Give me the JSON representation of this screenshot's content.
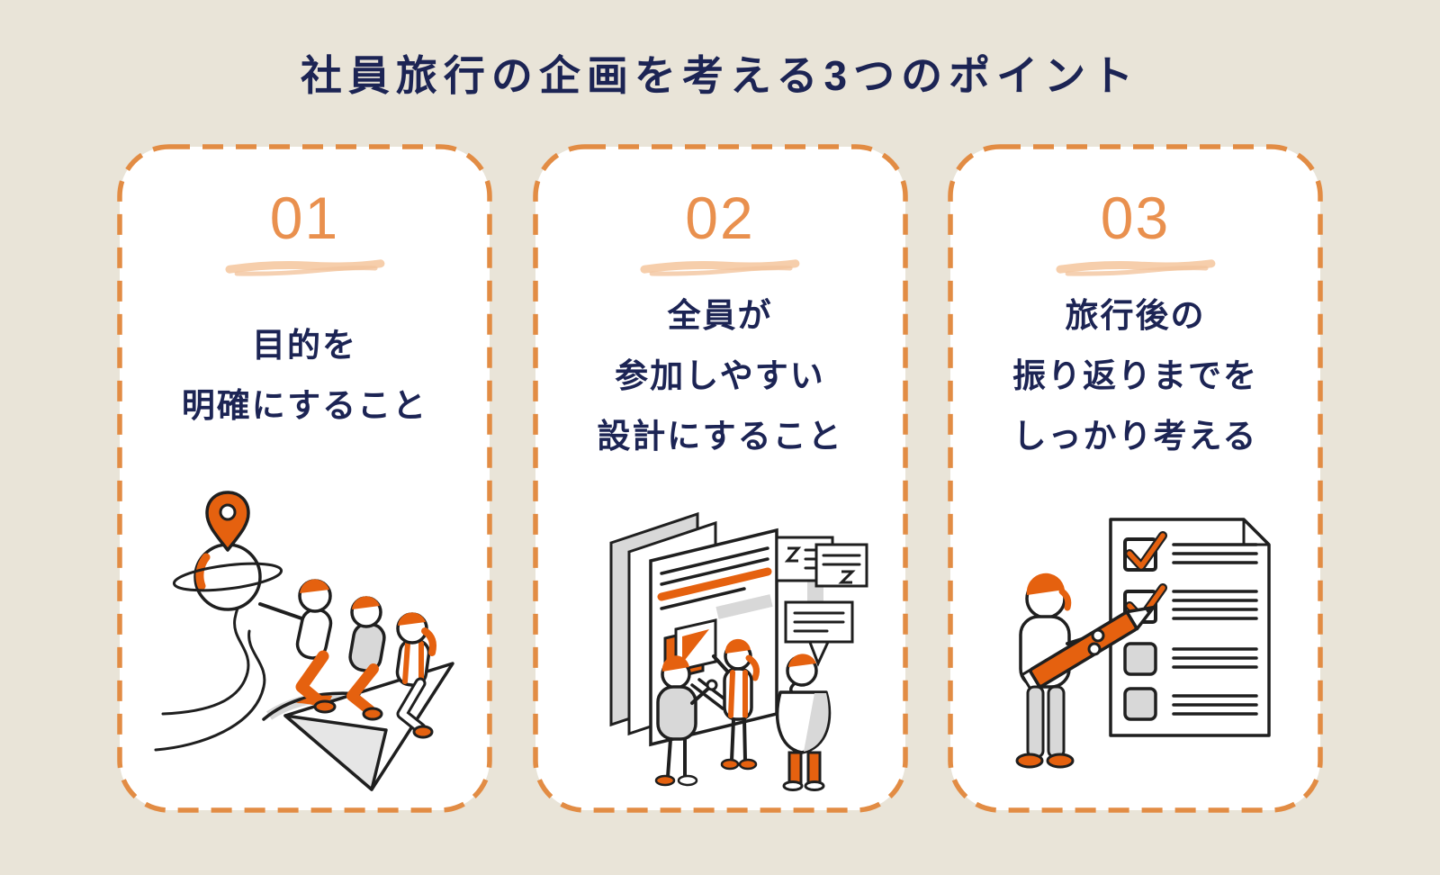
{
  "page": {
    "title": "社員旅行の企画を考える3つのポイント",
    "colors": {
      "background": "#E9E4D8",
      "card_background": "#FFFFFF",
      "dashed_border_orange": "#E28C44",
      "number_orange": "#E9904E",
      "underline_peach": "#F6CEAB",
      "text_navy": "#1C2454",
      "illustration_orange": "#E5610F",
      "illustration_gray": "#D8D8D8",
      "illustration_line": "#1F1F1F"
    }
  },
  "cards": [
    {
      "number": "01",
      "lines": [
        "目的を",
        "明確にすること"
      ],
      "illustration": "people-riding-paper-airplane-toward-destination-pin"
    },
    {
      "number": "02",
      "lines": [
        "全員が",
        "参加しやすい",
        "設計にすること"
      ],
      "illustration": "team-discussing-plan-documents-with-speech-bubbles"
    },
    {
      "number": "03",
      "lines": [
        "旅行後の",
        "振り返りまでを",
        "しっかり考える"
      ],
      "illustration": "person-checking-review-checklist-with-giant-pencil"
    }
  ]
}
